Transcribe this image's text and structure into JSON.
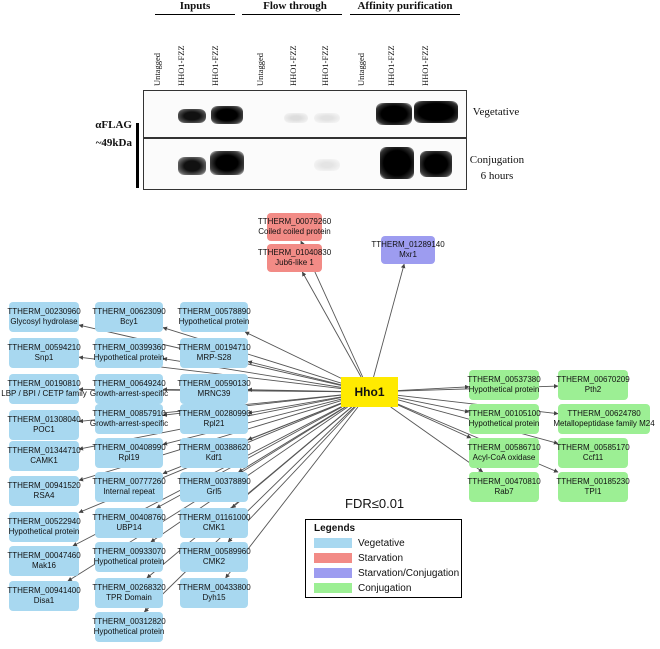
{
  "blot": {
    "groups": [
      "Inputs",
      "Flow through",
      "Affinity purification"
    ],
    "lanes": [
      "Untagged",
      "HHO1-FZZ",
      "HHO1-FZZ",
      "Untagged",
      "HHO1-FZZ",
      "HHO1-FZZ",
      "Untagged",
      "HHO1-FZZ",
      "HHO1-FZZ"
    ],
    "antibody_line1": "αFLAG",
    "antibody_line2": "~49kDa",
    "rows": [
      {
        "label_line1": "Vegetative",
        "label_line2": ""
      },
      {
        "label_line1": "Conjugation",
        "label_line2": "6 hours"
      }
    ]
  },
  "network": {
    "hub": "Hho1",
    "nodes": [
      {
        "id": "TTHERM_00079260",
        "desc": "Coiled coiled protein",
        "category": "Starvation"
      },
      {
        "id": "TTHERM_01040830",
        "desc": "Jub6-like 1",
        "category": "Starvation"
      },
      {
        "id": "TTHERM_01289140",
        "desc": "Mxr1",
        "category": "Starvation/Conjugation"
      },
      {
        "id": "TTHERM_00230960",
        "desc": "Glycosyl hydrolase",
        "category": "Vegetative"
      },
      {
        "id": "TTHERM_00594210",
        "desc": "Snp1",
        "category": "Vegetative"
      },
      {
        "id": "TTHERM_00190810",
        "desc": "LBP / BPI / CETP family",
        "category": "Vegetative"
      },
      {
        "id": "TTHERM_01308040",
        "desc": "POC1",
        "category": "Vegetative"
      },
      {
        "id": "TTHERM_01344710",
        "desc": "CAMK1",
        "category": "Vegetative"
      },
      {
        "id": "TTHERM_00941520",
        "desc": "RSA4",
        "category": "Vegetative"
      },
      {
        "id": "TTHERM_00522940",
        "desc": "Hypothetical protein",
        "category": "Vegetative"
      },
      {
        "id": "TTHERM_00047460",
        "desc": "Mak16",
        "category": "Vegetative"
      },
      {
        "id": "TTHERM_00941400",
        "desc": "Disa1",
        "category": "Vegetative"
      },
      {
        "id": "TTHERM_00623090",
        "desc": "Bcy1",
        "category": "Vegetative"
      },
      {
        "id": "TTHERM_00399360",
        "desc": "Hypothetical protein",
        "category": "Vegetative"
      },
      {
        "id": "TTHERM_00649240",
        "desc": "Growth-arrest-specific",
        "category": "Vegetative"
      },
      {
        "id": "TTHERM_00857910",
        "desc": "Growth-arrest-specific",
        "category": "Vegetative"
      },
      {
        "id": "TTHERM_00408990",
        "desc": "Rpl19",
        "category": "Vegetative"
      },
      {
        "id": "TTHERM_00777260",
        "desc": "Internal repeat",
        "category": "Vegetative"
      },
      {
        "id": "TTHERM_00408760",
        "desc": "UBP14",
        "category": "Vegetative"
      },
      {
        "id": "TTHERM_00933070",
        "desc": "Hypothetical protein",
        "category": "Vegetative"
      },
      {
        "id": "TTHERM_00268320",
        "desc": "TPR Domain",
        "category": "Vegetative"
      },
      {
        "id": "TTHERM_00312820",
        "desc": "Hypothetical protein",
        "category": "Vegetative"
      },
      {
        "id": "TTHERM_00578890",
        "desc": "Hypothetical protein",
        "category": "Vegetative"
      },
      {
        "id": "TTHERM_00194710",
        "desc": "MRP-S28",
        "category": "Vegetative"
      },
      {
        "id": "TTHERM_00590130",
        "desc": "MRNC39",
        "category": "Vegetative"
      },
      {
        "id": "TTHERM_00280990",
        "desc": "Rpl21",
        "category": "Vegetative"
      },
      {
        "id": "TTHERM_00388620",
        "desc": "Kdf1",
        "category": "Vegetative"
      },
      {
        "id": "TTHERM_00378890",
        "desc": "Grl5",
        "category": "Vegetative"
      },
      {
        "id": "TTHERM_01161000",
        "desc": "CMK1",
        "category": "Vegetative"
      },
      {
        "id": "TTHERM_00589960",
        "desc": "CMK2",
        "category": "Vegetative"
      },
      {
        "id": "TTHERM_00433800",
        "desc": "Dyh15",
        "category": "Vegetative"
      },
      {
        "id": "TTHERM_00537380",
        "desc": "Hypothetical protein",
        "category": "Conjugation"
      },
      {
        "id": "TTHERM_00105100",
        "desc": "Hypothetical protein",
        "category": "Conjugation"
      },
      {
        "id": "TTHERM_00586710",
        "desc": "Acyl-CoA oxidase",
        "category": "Conjugation"
      },
      {
        "id": "TTHERM_00470810",
        "desc": "Rab7",
        "category": "Conjugation"
      },
      {
        "id": "TTHERM_00670209",
        "desc": "Pth2",
        "category": "Conjugation"
      },
      {
        "id": "TTHERM_00624780",
        "desc": "Metallopeptidase family M24",
        "category": "Conjugation"
      },
      {
        "id": "TTHERM_00585170",
        "desc": "Ccf11",
        "category": "Conjugation"
      },
      {
        "id": "TTHERM_00185230",
        "desc": "TPI1",
        "category": "Conjugation"
      }
    ],
    "fdr_label": "FDR≤0.01"
  },
  "legend": {
    "title": "Legends",
    "items": [
      {
        "label": "Vegetative",
        "color": "#a8d8f0"
      },
      {
        "label": "Starvation",
        "color": "#f28b86"
      },
      {
        "label": "Starvation/Conjugation",
        "color": "#9d9cf0"
      },
      {
        "label": "Conjugation",
        "color": "#9cef94"
      }
    ]
  }
}
